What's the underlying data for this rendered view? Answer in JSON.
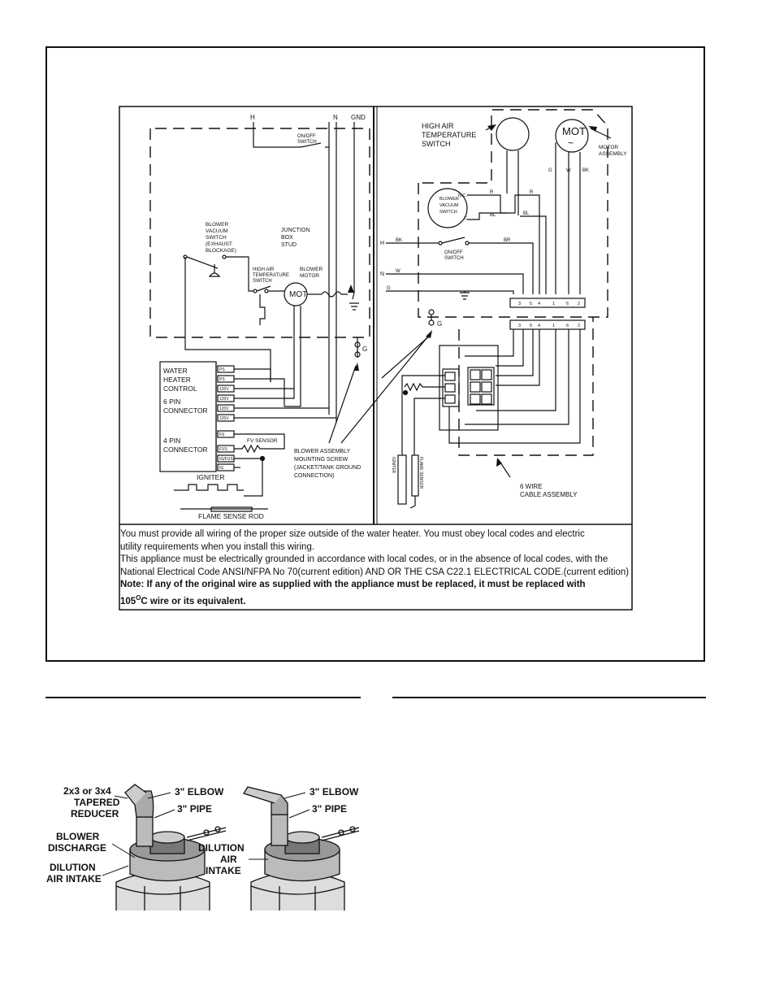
{
  "diagram": {
    "left_top_labels": {
      "h": "H",
      "n": "N",
      "gnd": "GND"
    },
    "left": {
      "onoff_switch": [
        "ON/OFF",
        "SWITCH"
      ],
      "blower_vacuum_switch": [
        "BLOWER",
        "VACUUM",
        "SWITCH",
        "(EXHAUST",
        "BLOCKAGE)"
      ],
      "junction_box_stud": [
        "JUNCTION",
        "BOX",
        "STUD"
      ],
      "high_air_temp_switch": [
        "HIGH AIR",
        "TEMPERATURE",
        "SWITCH"
      ],
      "blower_motor": [
        "BLOWER",
        "MOTOR"
      ],
      "mot": "MOT",
      "g": "G",
      "water_heater_control": [
        "WATER",
        "HEATER",
        "CONTROL"
      ],
      "six_pin_connector": [
        "6 PIN",
        "CONNECTOR"
      ],
      "four_pin_connector": [
        "4 PIN",
        "CONNECTOR"
      ],
      "pins6": [
        "PS",
        "PS",
        "120V",
        "120V",
        "120V",
        "120V"
      ],
      "pins4": [
        "FS",
        "FVS",
        "IG/FUS",
        "IG"
      ],
      "fv_sensor": "FV SENSOR",
      "igniter": "IGNITER",
      "flame_sense_rod": "FLAME SENSE ROD",
      "blower_mounting_screw": [
        "BLOWER ASSEMBLY",
        "MOUNTING SCREW",
        "(JACKET/TANK GROUND",
        "CONNECTION)"
      ]
    },
    "right": {
      "high_air_temp_switch": [
        "HIGH AIR",
        "TEMPERATURE",
        "SWITCH"
      ],
      "mot": "MOT",
      "mot_symbol": "~",
      "motor_assembly": [
        "MOTOR",
        "ASSEMBLY"
      ],
      "blower_vacuum_switch": [
        "BLOWER",
        "VACUUM",
        "SWITCH"
      ],
      "nc": "N.C.",
      "c": "C",
      "wire_colors_top": [
        "G",
        "W",
        "BK"
      ],
      "r1": "R",
      "r2": "R",
      "bl1": "BL",
      "bl2": "BL",
      "h": "H",
      "n": "N",
      "g": "G",
      "bk": "BK",
      "br": "BR",
      "w": "W",
      "onoff_switch": [
        "ON/OFF",
        "SWITCH"
      ],
      "terminals": [
        "3",
        "5",
        "4",
        "1",
        "6",
        "2"
      ],
      "g_label": "G",
      "igniter": "IGNITER",
      "flame_sensor": "FLAME SENSOR",
      "six_wire_cable": [
        "6 WIRE",
        "CABLE ASSEMBLY"
      ]
    }
  },
  "notes": {
    "line1": "You must provide all wiring of the proper size outside of the water heater.  You must obey local codes and electric",
    "line2": "utility requirements when you install this wiring.",
    "line3": "This appliance must be electrically grounded in accordance with local codes, or in the absence of local codes, with the",
    "line4": "National Electrical Code ANSI/NFPA No 70(current edition) AND OR THE CSA C22.1 ELECTRICAL CODE.(current edition)",
    "line5": "Note: If any of the original wire as supplied with the appliance must be replaced, it must be replaced with",
    "line6_prefix": "105",
    "line6_sup": "O",
    "line6_suffix": "C wire or its equivalent."
  },
  "figure_left": {
    "reducer": [
      "2x3 or 3x4",
      "TAPERED",
      "REDUCER"
    ],
    "elbow": "3\" ELBOW",
    "pipe": "3\" PIPE",
    "blower_discharge": [
      "BLOWER",
      "DISCHARGE"
    ],
    "dilution": [
      "DILUTION",
      "AIR INTAKE"
    ]
  },
  "figure_right": {
    "elbow": "3\" ELBOW",
    "pipe": "3\" PIPE",
    "dilution": [
      "DILUTION",
      "AIR",
      "INTAKE"
    ]
  }
}
